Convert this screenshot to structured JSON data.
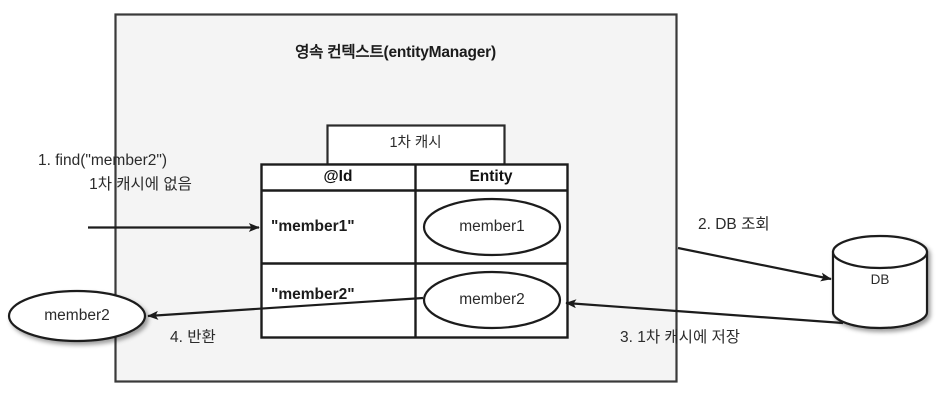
{
  "diagram": {
    "type": "jpa-persistence-context-flow",
    "background_color": "#ffffff",
    "container_fill": "#f4f4f4",
    "stroke_color": "#333333",
    "text_color": "#2b2b2b",
    "title": "영속 컨텍스트(entityManager)"
  },
  "persistence_context": {
    "title": "영속 컨텍스트(entityManager)"
  },
  "first_level_cache": {
    "label": "1차 캐시",
    "columns": [
      "@Id",
      "Entity"
    ],
    "rows": [
      {
        "id": "\"member1\"",
        "entity": "member1"
      },
      {
        "id": "\"member2\"",
        "entity": "member2"
      }
    ]
  },
  "database": {
    "label": "DB"
  },
  "returned_entity": {
    "label": "member2"
  },
  "steps": [
    {
      "number": "1",
      "line1": "1. find(\"member2\")",
      "line2": "1차 캐시에 없음"
    },
    {
      "number": "2",
      "label": "2. DB 조회"
    },
    {
      "number": "3",
      "label": "3. 1차 캐시에 저장"
    },
    {
      "number": "4",
      "label": "4. 반환"
    }
  ],
  "step_labels": {
    "step1_line1": "1. find(\"member2\")",
    "step1_line2": "1차 캐시에 없음",
    "step2": "2. DB 조회",
    "step3": "3. 1차 캐시에 저장",
    "step4": "4. 반환"
  }
}
